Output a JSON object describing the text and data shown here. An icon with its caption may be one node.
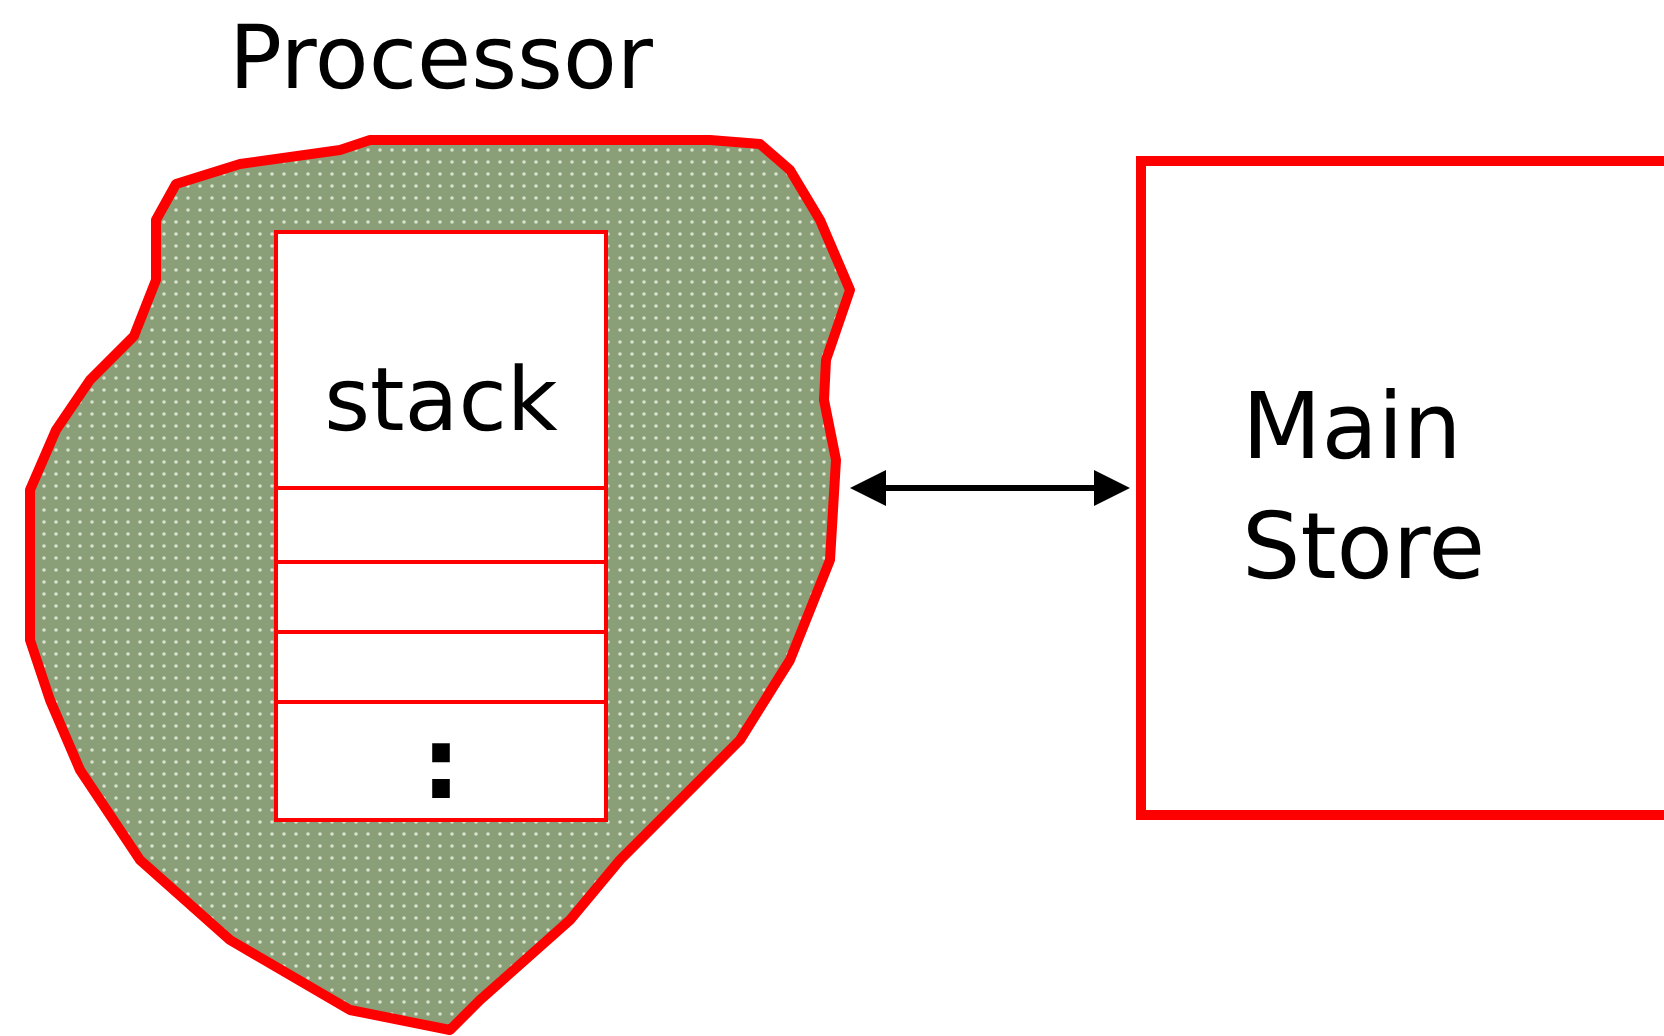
{
  "diagram": {
    "nodes": [
      {
        "text": [
          "Processor"
        ]
      },
      {
        "text": [
          "stack",
          ":"
        ],
        "in": 0
      },
      {
        "text": [
          "Main Store"
        ]
      }
    ],
    "edges": [
      {
        "from": 0,
        "to": 2,
        "arrow": "both"
      }
    ]
  }
}
